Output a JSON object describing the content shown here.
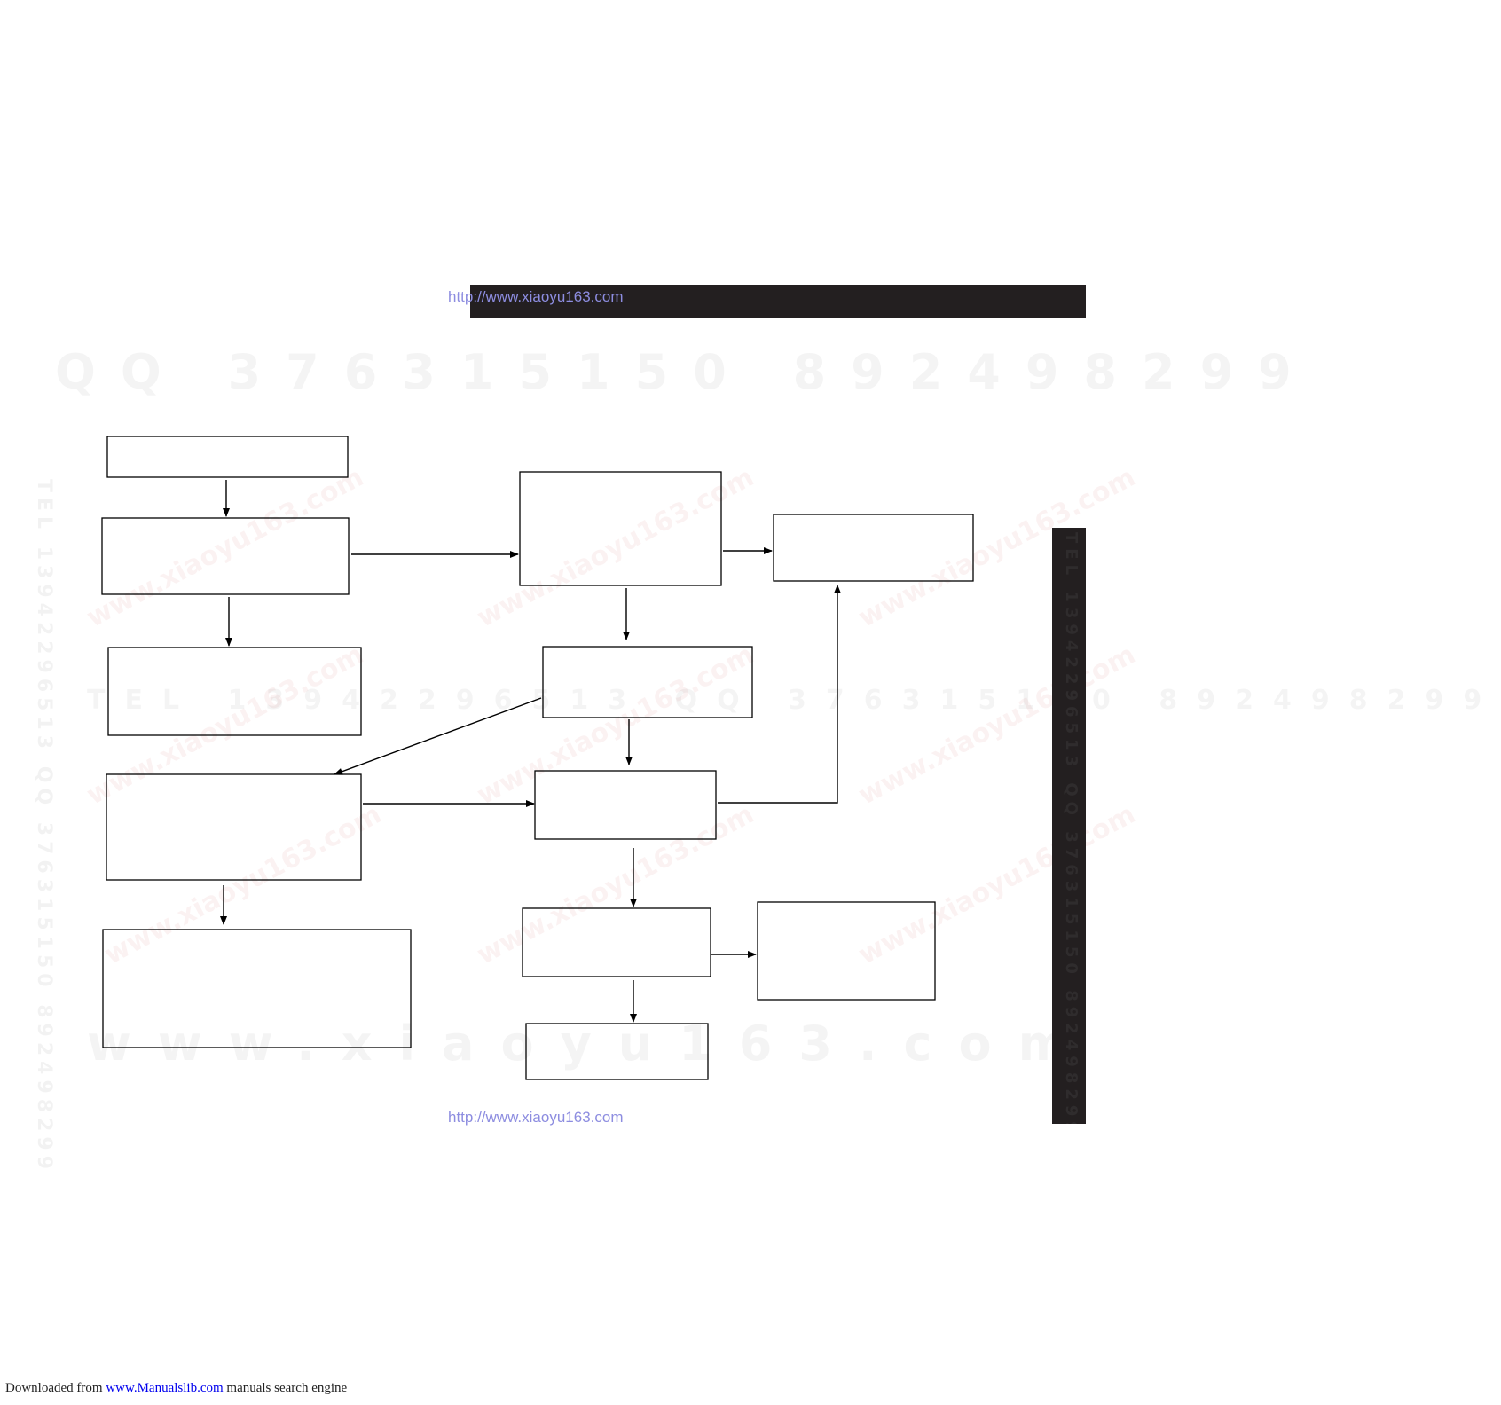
{
  "header": {
    "url": "http://www.xiaoyu163.com"
  },
  "watermarks": {
    "qq_line": "QQ 376315150    892498299",
    "mid_line": "TEL 13942296513  QQ 376315150  892498299",
    "www_line": "www.xiaoyu163.com",
    "stamp": "www.xiaoyu163.com",
    "side": "TEL 13942296513  QQ 376315150  892498299"
  },
  "bottom_url": "http://www.xiaoyu163.com",
  "footer": {
    "prefix": "Downloaded from ",
    "link": "www.Manualslib.com",
    "suffix": " manuals search engine"
  },
  "colors": {
    "bar": "#231f20",
    "url": "#8d8de0",
    "line": "#000000"
  }
}
